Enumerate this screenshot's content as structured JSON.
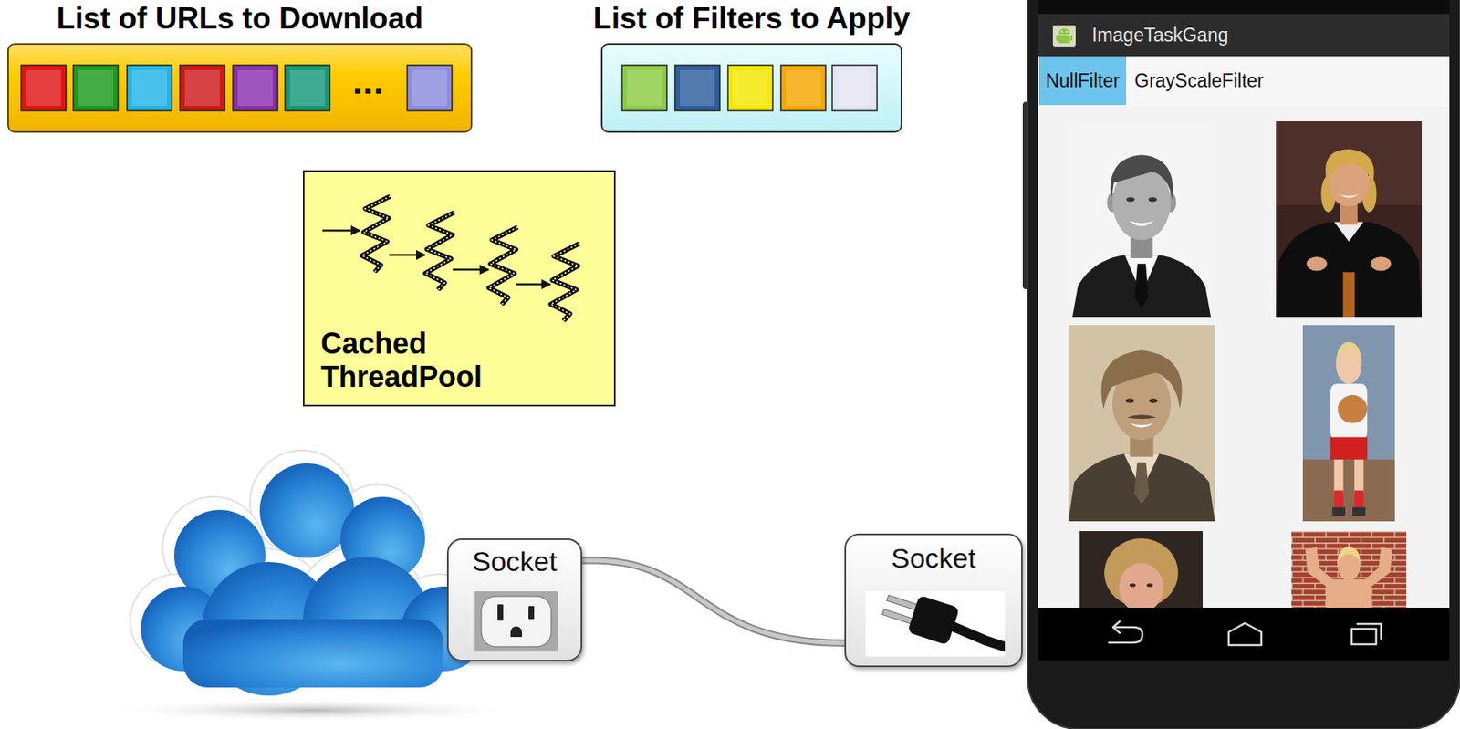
{
  "diagram": {
    "nodes": [
      {
        "text": [
          "List of URLs to Download"
        ]
      },
      {
        "text": [
          "List of Filters to Apply"
        ]
      },
      {
        "text": [
          "Cached ThreadPool"
        ]
      },
      {
        "text": [
          "Socket"
        ]
      },
      {
        "text": [
          "Socket"
        ]
      },
      {
        "text": [
          "ImageTaskGang"
        ]
      },
      {
        "text": [
          "NullFilter"
        ]
      },
      {
        "text": [
          "GrayScaleFilter"
        ]
      }
    ],
    "edges": [
      {
        "from": 3,
        "to": 4,
        "arrow": "none"
      }
    ],
    "labels": [
      "..."
    ]
  }
}
